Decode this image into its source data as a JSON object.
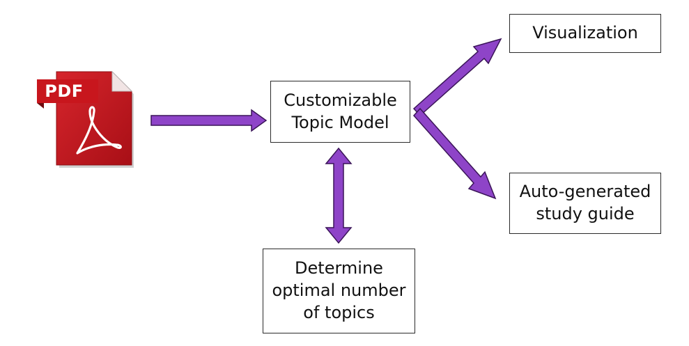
{
  "icons": {
    "pdf": {
      "name": "pdf-file-icon",
      "label": "PDF",
      "color": "#c8161d"
    }
  },
  "nodes": {
    "topic_model": {
      "lines": [
        "Customizable",
        "Topic Model"
      ]
    },
    "visualization": {
      "lines": [
        "Visualization"
      ]
    },
    "study_guide": {
      "lines": [
        "Auto-generated",
        "study guide"
      ]
    },
    "optimal_topics": {
      "lines": [
        "Determine",
        "optimal number",
        "of topics"
      ]
    }
  },
  "arrows": {
    "color": "#8e44c8",
    "outline": "#3a1458",
    "connections": [
      {
        "from": "pdf",
        "to": "topic_model",
        "direction": "one-way"
      },
      {
        "from": "topic_model",
        "to": "visualization",
        "direction": "one-way"
      },
      {
        "from": "topic_model",
        "to": "study_guide",
        "direction": "one-way"
      },
      {
        "from": "topic_model",
        "to": "optimal_topics",
        "direction": "two-way"
      }
    ]
  }
}
